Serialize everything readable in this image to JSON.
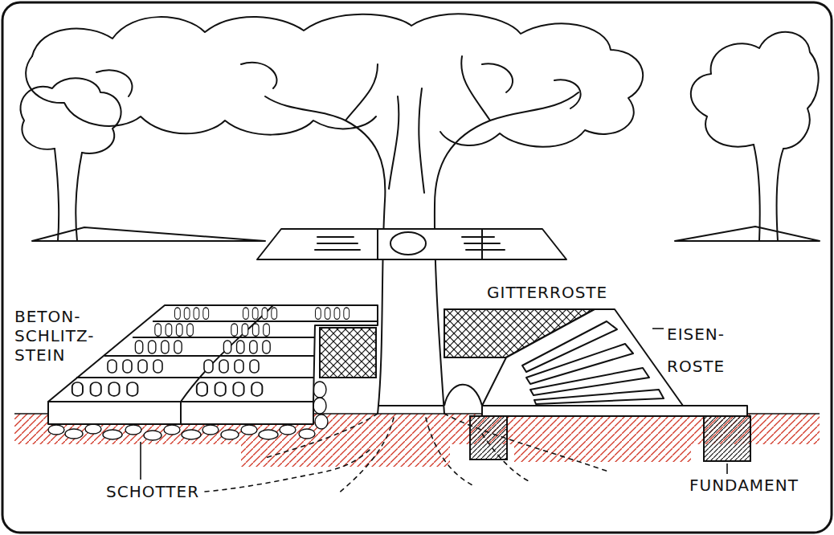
{
  "diagram": {
    "labels": [
      "GITTERROSTE",
      "BETON- SCHLITZ- STEIN",
      "EISEN- ROSTE",
      "SCHOTTER",
      "FUNDAMENT"
    ]
  }
}
